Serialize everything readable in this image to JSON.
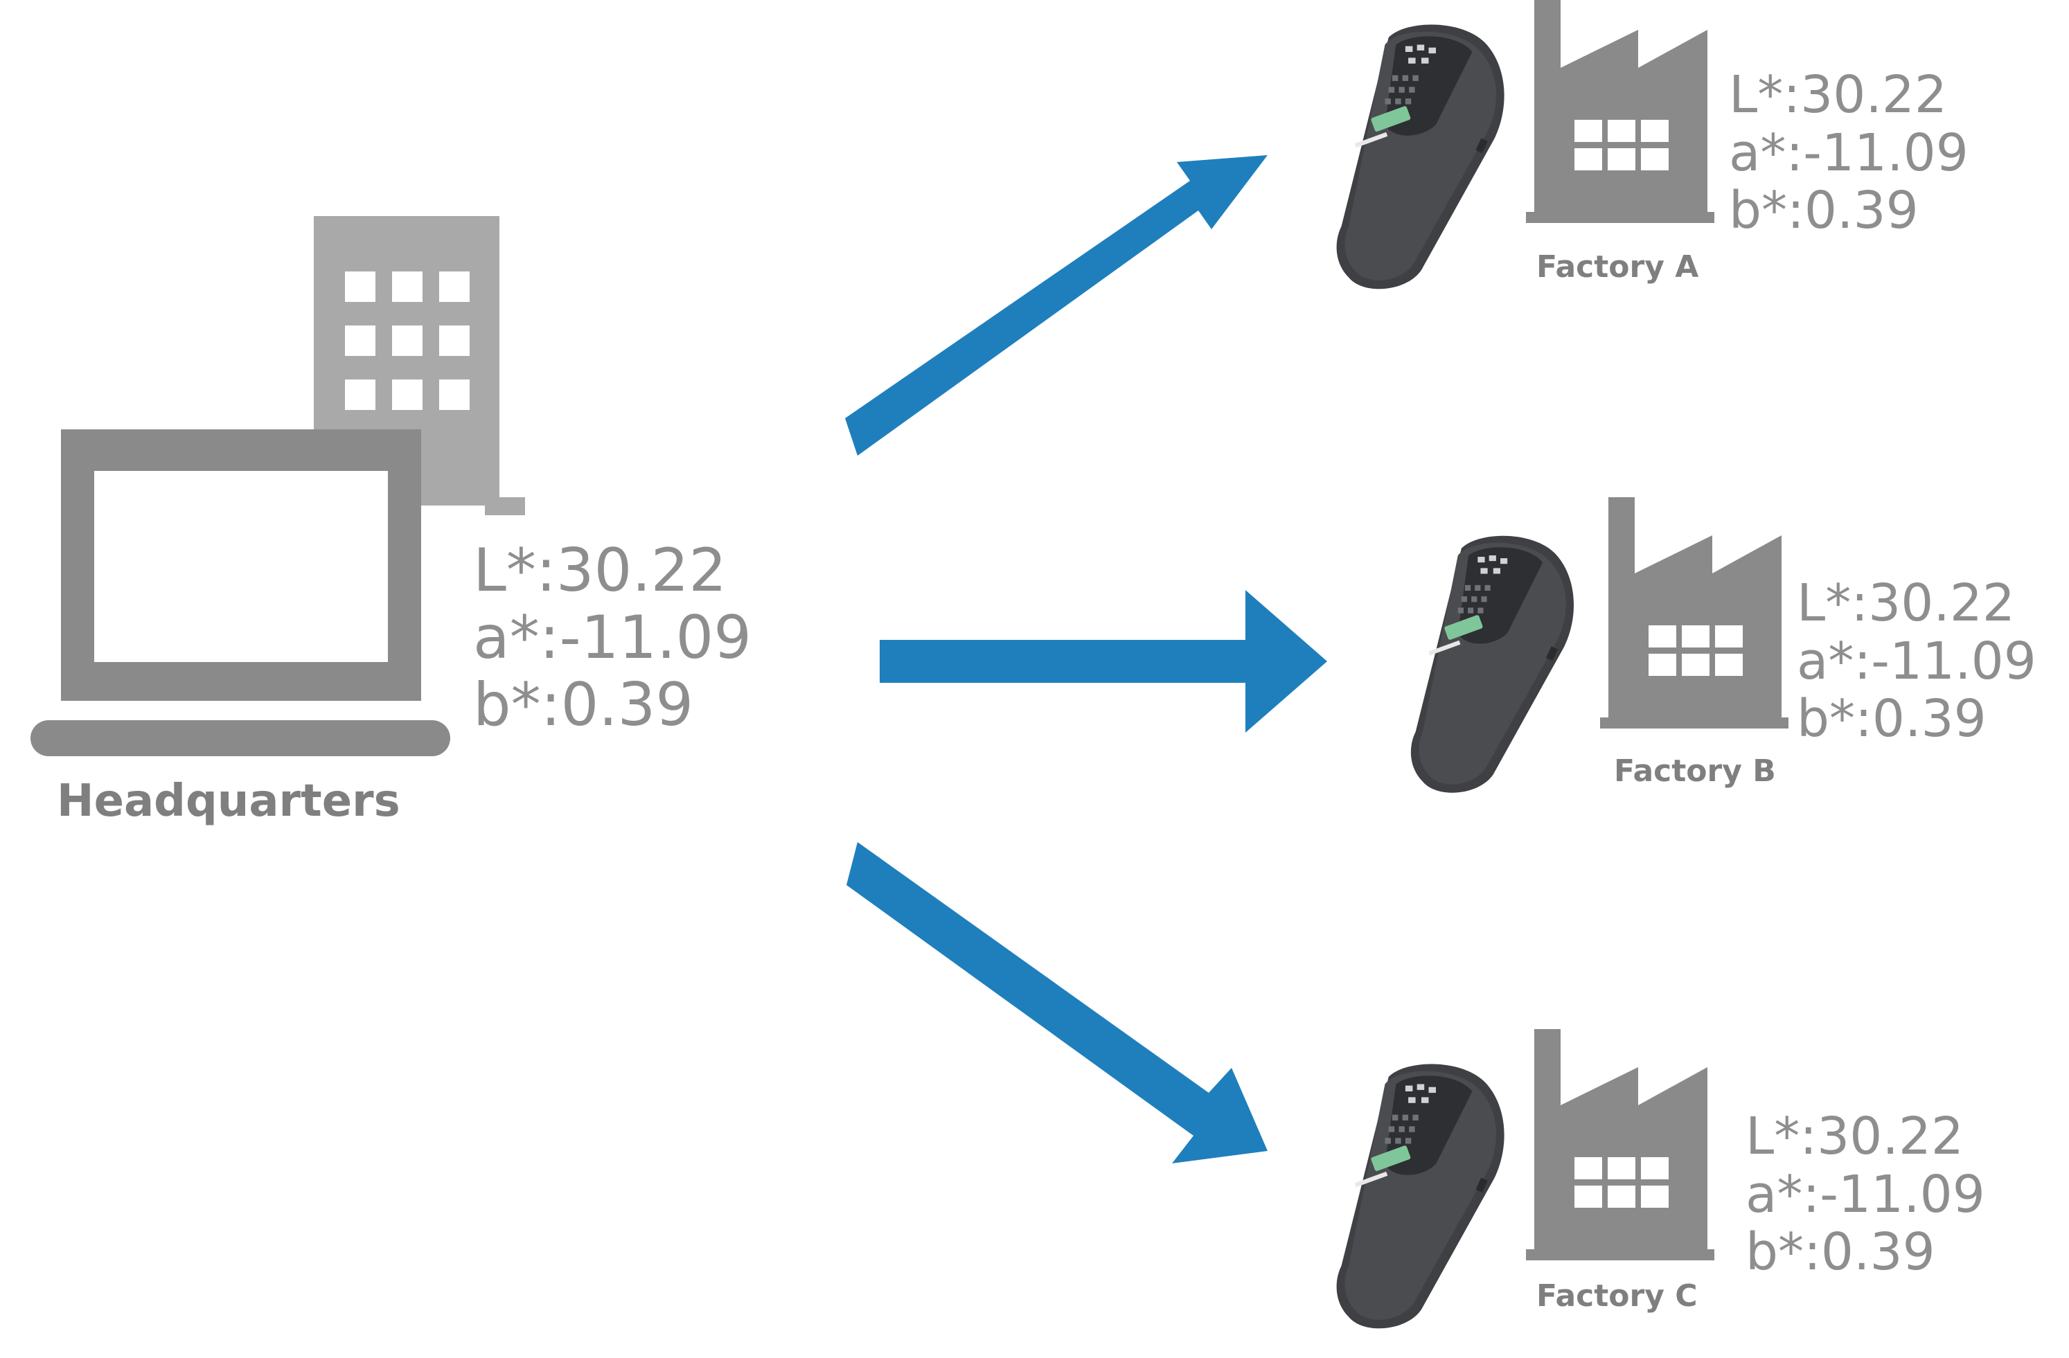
{
  "colors": {
    "arrow": "#1f7fbd",
    "icon_gray": "#8a8a8a",
    "building_gray": "#a9a9a9",
    "text_gray": "#8e8e8e",
    "device_body": "#454649",
    "device_screen": "#7fc79a"
  },
  "headquarters": {
    "label": "Headquarters",
    "icons": [
      "laptop-icon",
      "office-building-icon"
    ],
    "values": {
      "L": "L*:30.22",
      "a": "a*:-11.09",
      "b": "b*:0.39"
    }
  },
  "factories": [
    {
      "label": "Factory A",
      "icons": [
        "spectrophotometer-icon",
        "factory-icon"
      ],
      "values": {
        "L": "L*:30.22",
        "a": "a*:-11.09",
        "b": "b*:0.39"
      }
    },
    {
      "label": "Factory B",
      "icons": [
        "spectrophotometer-icon",
        "factory-icon"
      ],
      "values": {
        "L": "L*:30.22",
        "a": "a*:-11.09",
        "b": "b*:0.39"
      }
    },
    {
      "label": "Factory C",
      "icons": [
        "spectrophotometer-icon",
        "factory-icon"
      ],
      "values": {
        "L": "L*:30.22",
        "a": "a*:-11.09",
        "b": "b*:0.39"
      }
    }
  ]
}
